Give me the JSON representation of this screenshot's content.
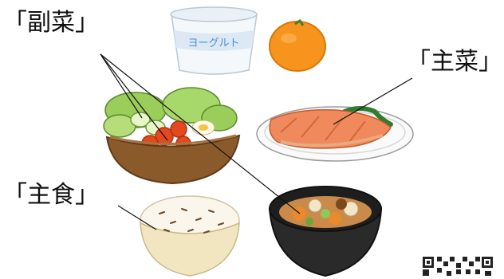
{
  "labels": {
    "side_dish": "「副菜」",
    "main_dish": "「主菜」",
    "staple": "「主食」"
  },
  "yogurt": {
    "text": "ヨーグルト"
  },
  "colors": {
    "yogurt_text": "#4a8fd0",
    "orange": "#f7941d",
    "salmon": "#f08a5d",
    "bowl_brown": "#8b5a2b",
    "soup_bowl": "#2a2a2a",
    "rice_bowl": "#f1e6c0"
  },
  "icons": [
    "yogurt-cup-icon",
    "mandarin-orange-icon",
    "salad-bowl-icon",
    "grilled-salmon-icon",
    "rice-bowl-icon",
    "miso-soup-icon",
    "qr-code-icon"
  ]
}
